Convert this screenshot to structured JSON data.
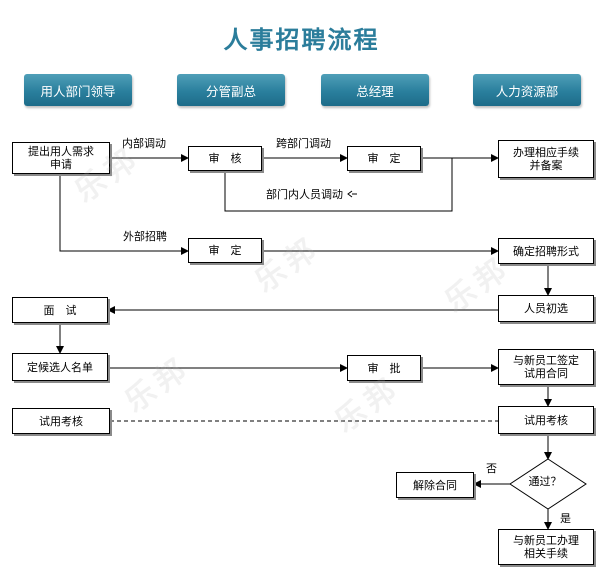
{
  "title": "人事招聘流程",
  "headers": [
    "用人部门领导",
    "分管副总",
    "总经理",
    "人力资源部"
  ],
  "nodes": {
    "request": "提出用人需求\n申请",
    "review": "审　核",
    "decide1": "审　定",
    "handle": "办理相应手续\n并备案",
    "decide2": "审　定",
    "confirm_form": "确定招聘形式",
    "prelim": "人员初选",
    "interview": "面　试",
    "shortlist": "定候选人名单",
    "approve": "审　批",
    "sign": "与新员工签定\n试用合同",
    "probation_left": "试用考核",
    "probation_right": "试用考核",
    "pass": "通过？",
    "terminate": "解除合同",
    "final": "与新员工办理\n相关手续"
  },
  "edge_labels": {
    "internal": "内部调动",
    "cross": "跨部门调动",
    "within": "部门内人员调动",
    "external": "外部招聘",
    "no": "否",
    "yes": "是"
  },
  "watermark": "乐邦"
}
